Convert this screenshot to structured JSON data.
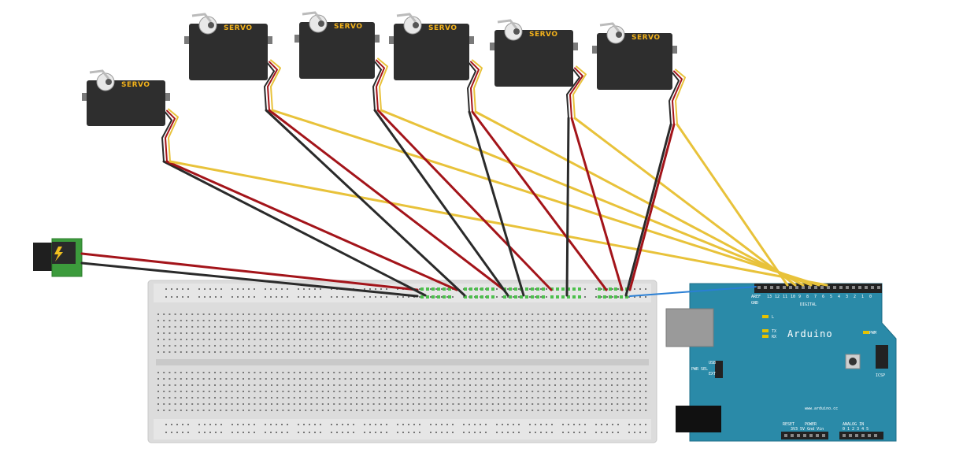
{
  "servo_label": "SERVO",
  "arduino": {
    "brand": "Arduino",
    "url": "www.arduino.cc",
    "digital": "DIGITAL",
    "power": "POWER",
    "analog_in": "ANALOG IN",
    "icsp": "ICSP",
    "aref": "AREF",
    "gnd": "GND",
    "pwm": "PWM",
    "tx": "TX",
    "rx": "RX",
    "l": "L",
    "usb": "USB",
    "ext": "EXT",
    "pwr_sel": "PWR SEL",
    "reset": "RESET",
    "power_pins": "3V3 5V Gnd Vin",
    "analog_pins": "0 1 2 3 4 5",
    "digital_pins": [
      "13",
      "12",
      "11",
      "10",
      "9",
      "8",
      "7",
      "6",
      "5",
      "4",
      "3",
      "2",
      "1",
      "0"
    ]
  },
  "colors": {
    "wire_red": "#a3141a",
    "wire_black": "#2a2a2a",
    "wire_yellow": "#e8c23a",
    "wire_blue": "#2a7fd4",
    "arduino_board": "#2a8aa8",
    "breadboard": "#d9d9d9",
    "servo_body": "#2e2e2e",
    "jack_pcb": "#3c9b3c"
  },
  "icons": [
    "power-jack-icon",
    "lightning-icon",
    "servo-icon",
    "arduino-board-icon",
    "breadboard-icon",
    "reset-button-icon"
  ]
}
